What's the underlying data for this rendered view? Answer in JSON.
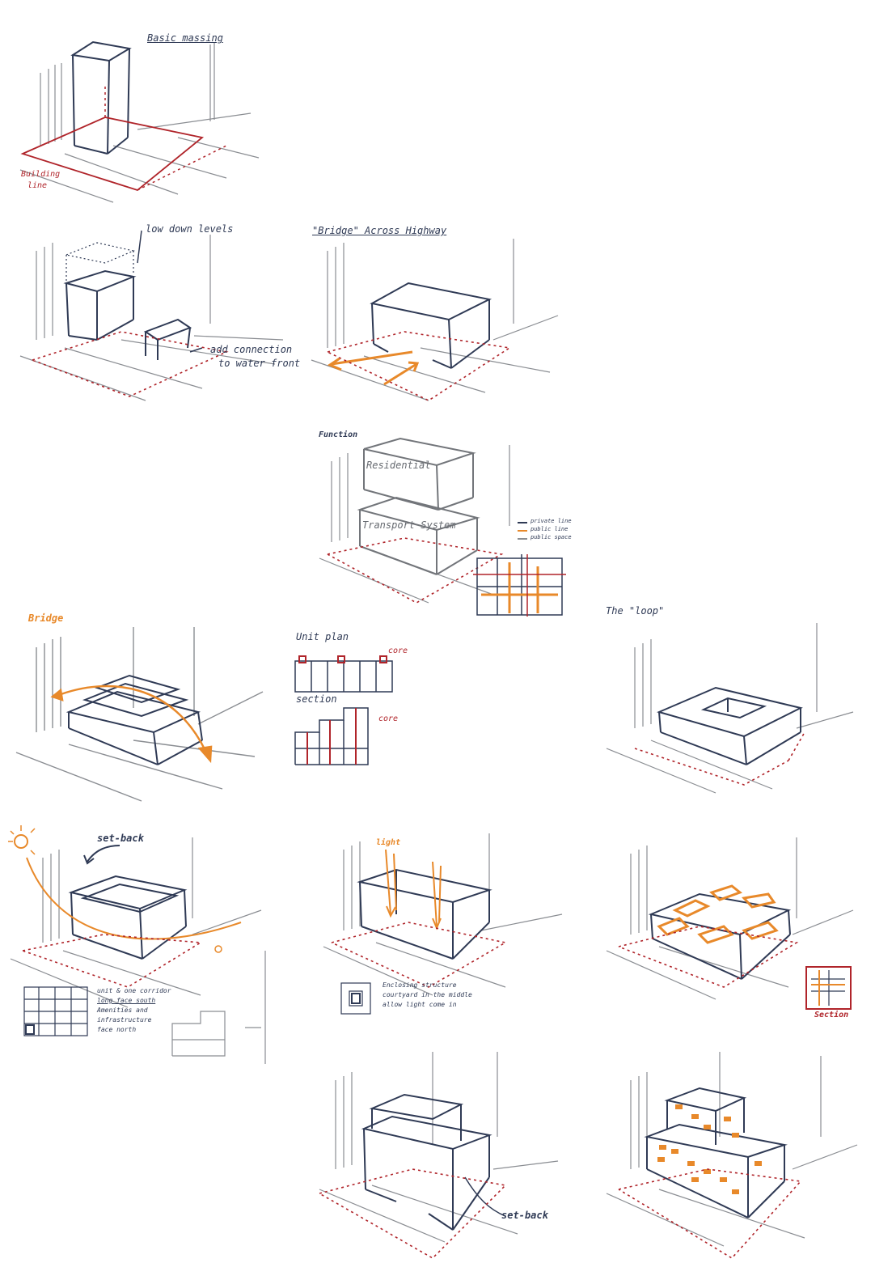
{
  "colors": {
    "ink": "#2f3a55",
    "red": "#b0242a",
    "orange": "#e8892a",
    "grey": "#8a8d92"
  },
  "p1": {
    "title": "Basic massing",
    "red_label_1": "Building",
    "red_label_2": "line"
  },
  "p2": {
    "note_top": "low down levels",
    "note_bottom_1": "add connection",
    "note_bottom_2": "to water front"
  },
  "p3": {
    "title": "\"Bridge\" Across Highway"
  },
  "p4": {
    "title": "Function",
    "box_top": "Residential",
    "box_bottom": "Transport System",
    "legend": [
      "private line",
      "public line",
      "public space"
    ]
  },
  "p5": {
    "title": "Bridge"
  },
  "p6": {
    "plan_title": "Unit plan",
    "plan_core": "core",
    "section_title": "section",
    "section_core": "core"
  },
  "p7": {
    "title": "The \"loop\""
  },
  "p8": {
    "title": "set-back",
    "notes": [
      "unit & one corridor",
      "long face south",
      "Amenities and",
      "infrastructure",
      "face north"
    ]
  },
  "p9": {
    "title": "light",
    "notes": [
      "Enclosing structure",
      "courtyard in the middle",
      "allow light come in"
    ]
  },
  "p10": {
    "section_label": "Section"
  },
  "p11": {
    "setback_label": "set-back"
  }
}
